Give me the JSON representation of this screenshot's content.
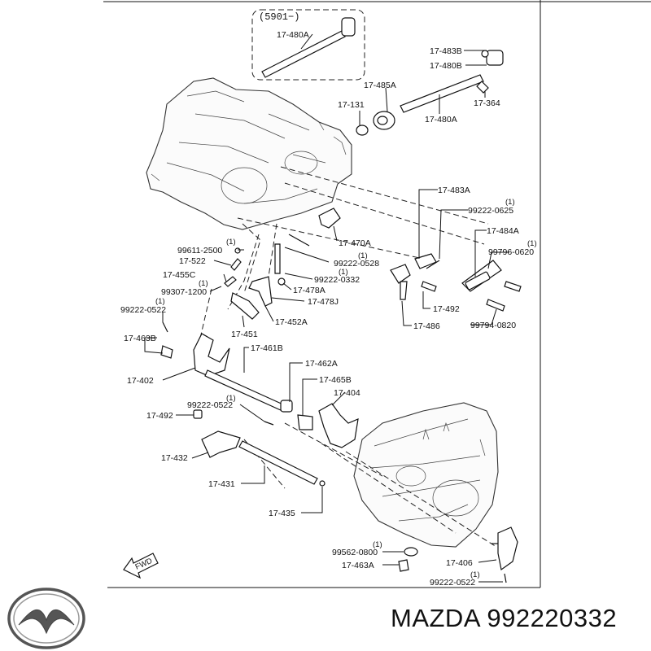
{
  "group_code": "(5901−)",
  "parts": [
    {
      "id": "p480A-top",
      "label": "17-480A"
    },
    {
      "id": "p483B",
      "label": "17-483B"
    },
    {
      "id": "p480B",
      "label": "17-480B"
    },
    {
      "id": "p485A",
      "label": "17-485A"
    },
    {
      "id": "p131",
      "label": "17-131"
    },
    {
      "id": "p364",
      "label": "17-364"
    },
    {
      "id": "p480A",
      "label": "17-480A"
    },
    {
      "id": "p483A",
      "label": "17-483A"
    },
    {
      "id": "p0625",
      "label": "99222-0625",
      "qty": "(1)"
    },
    {
      "id": "p484A",
      "label": "17-484A"
    },
    {
      "id": "p0620",
      "label": "99796-0620",
      "qty": "(1)"
    },
    {
      "id": "p470A",
      "label": "17-470A"
    },
    {
      "id": "p2500",
      "label": "99611-2500",
      "qty": "(1)"
    },
    {
      "id": "p522",
      "label": "17-522"
    },
    {
      "id": "p0528",
      "label": "99222-0528",
      "qty": "(1)"
    },
    {
      "id": "p455C",
      "label": "17-455C"
    },
    {
      "id": "p0332",
      "label": "99222-0332",
      "qty": "(1)"
    },
    {
      "id": "p1200",
      "label": "99307-1200",
      "qty": "(1)"
    },
    {
      "id": "p478A",
      "label": "17-478A"
    },
    {
      "id": "p478J",
      "label": "17-478J"
    },
    {
      "id": "p0522a",
      "label": "99222-0522",
      "qty": "(1)"
    },
    {
      "id": "p452A",
      "label": "17-452A"
    },
    {
      "id": "p451",
      "label": "17-451"
    },
    {
      "id": "p492a",
      "label": "17-492"
    },
    {
      "id": "p486",
      "label": "17-486"
    },
    {
      "id": "p0820",
      "label": "99794-0820"
    },
    {
      "id": "p463B",
      "label": "17-463B"
    },
    {
      "id": "p461B",
      "label": "17-461B"
    },
    {
      "id": "p462A",
      "label": "17-462A"
    },
    {
      "id": "p402",
      "label": "17-402"
    },
    {
      "id": "p465B",
      "label": "17-465B"
    },
    {
      "id": "p404",
      "label": "17-404"
    },
    {
      "id": "p0522b",
      "label": "99222-0522",
      "qty": "(1)"
    },
    {
      "id": "p492b",
      "label": "17-492"
    },
    {
      "id": "p432",
      "label": "17-432"
    },
    {
      "id": "p431",
      "label": "17-431"
    },
    {
      "id": "p435",
      "label": "17-435"
    },
    {
      "id": "p0800",
      "label": "99562-0800",
      "qty": "(1)"
    },
    {
      "id": "p463A",
      "label": "17-463A"
    },
    {
      "id": "p406",
      "label": "17-406"
    },
    {
      "id": "p0522c",
      "label": "99222-0522",
      "qty": "(1)"
    }
  ],
  "fwd_label": "FWD",
  "brand": {
    "name": "MAZDA",
    "part_number": "992220332",
    "caption": "MAZDA 992220332"
  }
}
